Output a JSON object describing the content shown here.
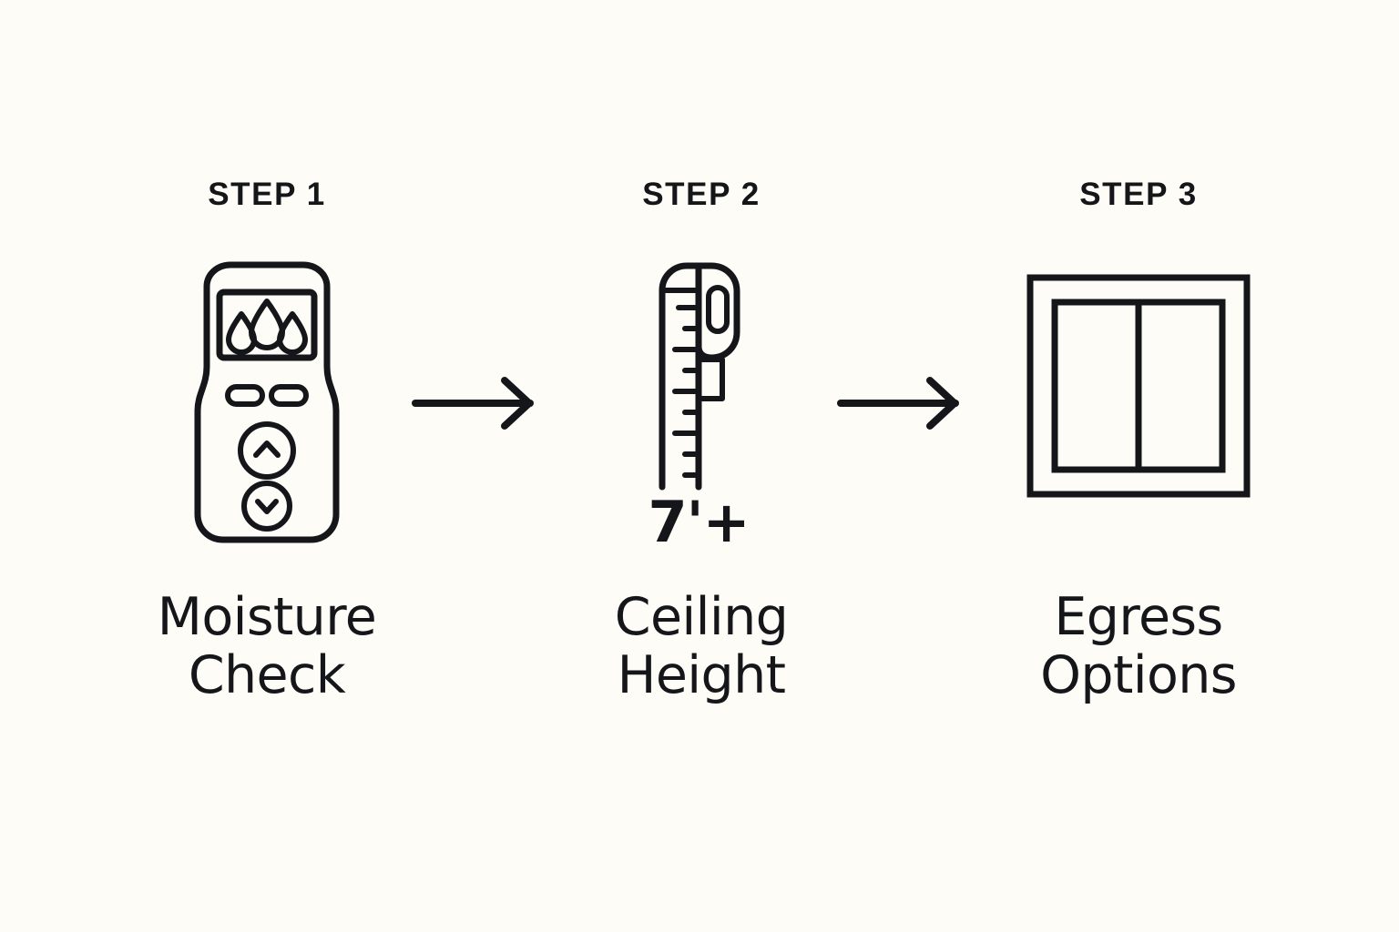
{
  "page": {
    "background_color": "#FDFCF7",
    "ink_color": "#15161A",
    "title": "Basement Evaluation Steps"
  },
  "steps": [
    {
      "eyebrow": "STEP 1",
      "caption": "Moisture\nCheck",
      "icon": "moisture-meter-icon",
      "icon_details": {
        "display_readout": "three-water-droplets",
        "droplet_count": 3,
        "buttons": [
          "pill-button-left",
          "pill-button-right",
          "chevron-up-button",
          "chevron-down-button"
        ]
      }
    },
    {
      "eyebrow": "STEP 2",
      "caption": "Ceiling\nHeight",
      "icon": "tape-measure-icon",
      "icon_details": {
        "measurement_label": "7'+",
        "tick_count": 8
      }
    },
    {
      "eyebrow": "STEP 3",
      "caption": "Egress\nOptions",
      "icon": "egress-window-icon",
      "icon_details": {
        "pane_count": 2,
        "frame_style": "double-frame-with-center-mullion"
      }
    }
  ],
  "connectors": [
    {
      "name": "arrow-step1-to-step2",
      "direction": "right"
    },
    {
      "name": "arrow-step2-to-step3",
      "direction": "right"
    }
  ]
}
